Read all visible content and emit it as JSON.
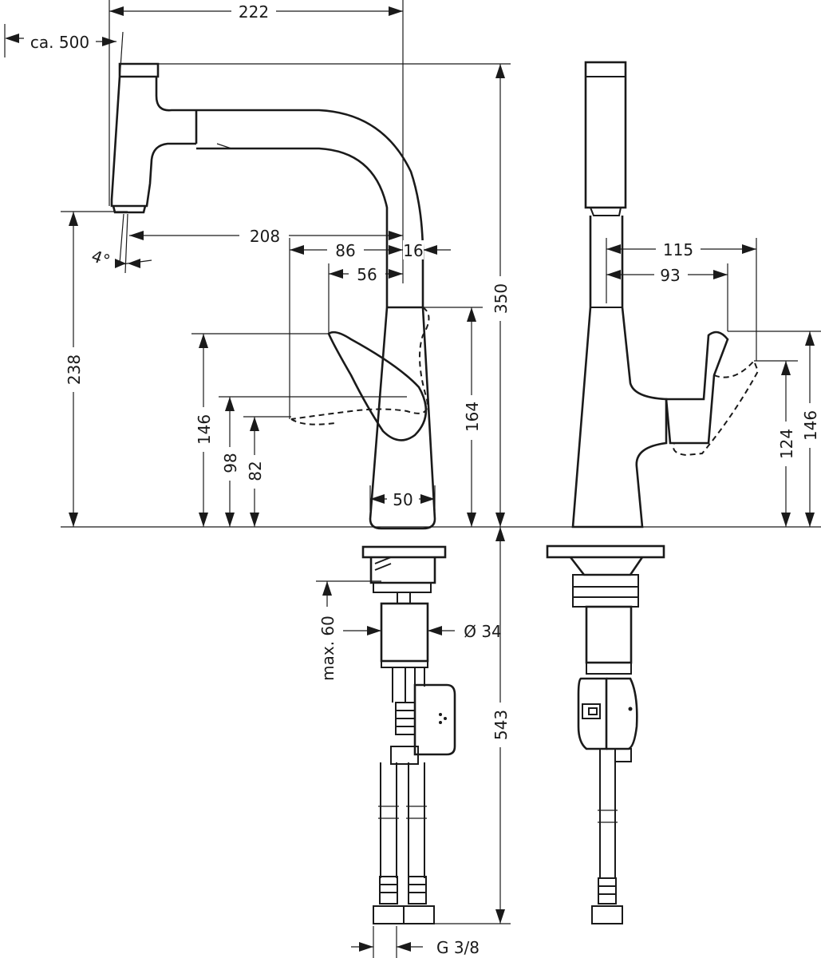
{
  "drawing": {
    "stroke_color": "#1a1a1a",
    "background": "#ffffff"
  },
  "dimensions": {
    "width_222": "222",
    "reach_ca500": "ca. 500",
    "angle_4": "4°",
    "reach_208": "208",
    "handle_86": "86",
    "handle_16": "16",
    "handle_56": "56",
    "height_350": "350",
    "height_238": "238",
    "height_164": "164",
    "height_146": "146",
    "height_98": "98",
    "height_82": "82",
    "base_50": "50",
    "side_115": "115",
    "side_93": "93",
    "side_124": "124",
    "side_146": "146",
    "deck_max60": "max. 60",
    "diameter_34": "Ø 34",
    "hose_543": "543",
    "thread_g38": "G 3/8"
  }
}
